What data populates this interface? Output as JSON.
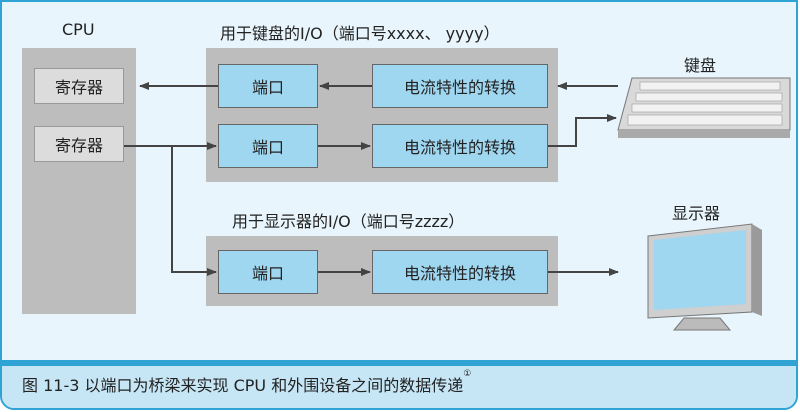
{
  "cpu": {
    "label": "CPU",
    "registers": [
      "寄存器",
      "寄存器"
    ]
  },
  "io_keyboard": {
    "title": "用于键盘的I/O（端口号xxxx、 yyyy）",
    "rows": [
      {
        "port": "端口",
        "converter": "电流特性的转换"
      },
      {
        "port": "端口",
        "converter": "电流特性的转换"
      }
    ]
  },
  "io_display": {
    "title": "用于显示器的I/O（端口号zzzz）",
    "rows": [
      {
        "port": "端口",
        "converter": "电流特性的转换"
      }
    ]
  },
  "devices": {
    "keyboard": "键盘",
    "display": "显示器"
  },
  "caption": {
    "text": "图 11-3   以端口为桥梁来实现 CPU 和外围设备之间的数据传递",
    "footnote": "①"
  },
  "colors": {
    "frame": "#2fa3d4",
    "port_fill": "#9fd6f0",
    "box_gray": "#bdbdbd"
  }
}
